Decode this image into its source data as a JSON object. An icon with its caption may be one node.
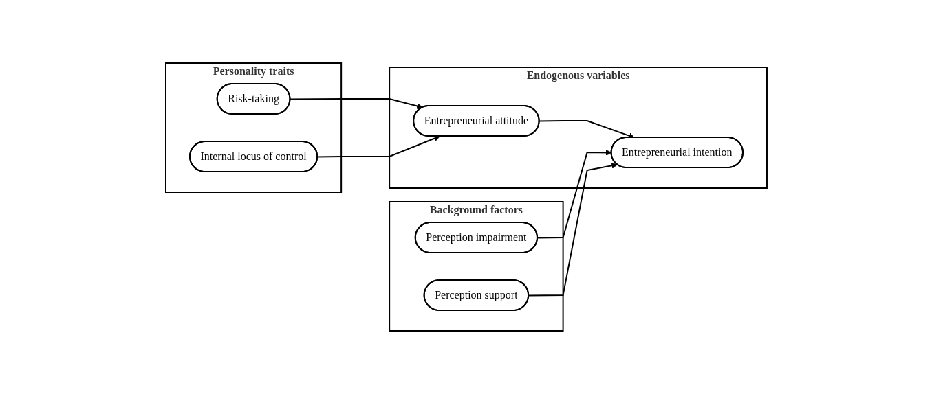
{
  "diagram": {
    "nodes": [
      {
        "text": [
          "Personality traits"
        ]
      },
      {
        "text": [
          "Risk-taking"
        ],
        "in": 0
      },
      {
        "text": [
          "Internal locus of control"
        ],
        "in": 0
      },
      {
        "text": [
          "Background factors"
        ]
      },
      {
        "text": [
          "Perception impairment"
        ],
        "in": 3
      },
      {
        "text": [
          "Perception support"
        ],
        "in": 3
      },
      {
        "text": [
          "Endogenous variables"
        ]
      },
      {
        "text": [
          "Entrepreneurial attitude"
        ],
        "in": 6
      },
      {
        "text": [
          "Entrepreneurial intention"
        ],
        "in": 6
      }
    ],
    "edges": [
      {
        "from": 1,
        "to": 7,
        "arrow": "to"
      },
      {
        "from": 2,
        "to": 7,
        "arrow": "to"
      },
      {
        "from": 7,
        "to": 8,
        "arrow": "to"
      },
      {
        "from": 4,
        "to": 8,
        "arrow": "to"
      },
      {
        "from": 5,
        "to": 8,
        "arrow": "to"
      }
    ]
  }
}
